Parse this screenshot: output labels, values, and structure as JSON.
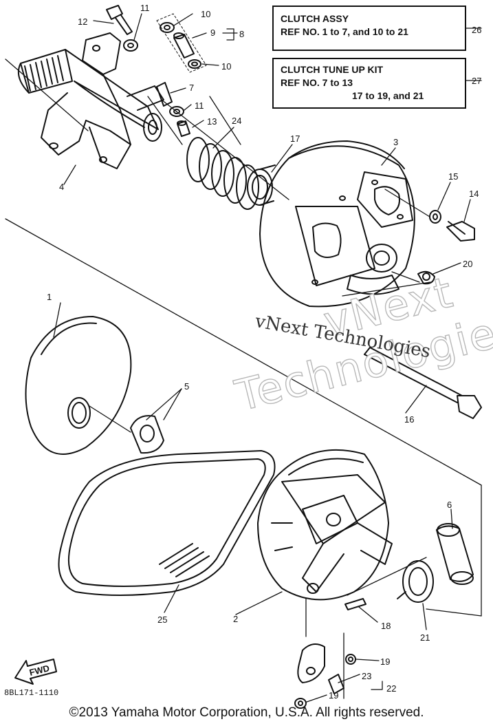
{
  "boxes": {
    "clutch_assy": {
      "title": "CLUTCH ASSY",
      "line1": "REF NO. 1 to 7, and 10 to 21",
      "ref": "26"
    },
    "tune_up_kit": {
      "title": "CLUTCH TUNE UP KIT",
      "line1": "REF NO. 7 to 13",
      "line2": "17 to 19, and 21",
      "ref": "27"
    }
  },
  "callouts": {
    "c1": "1",
    "c2": "2",
    "c3": "3",
    "c4": "4",
    "c5": "5",
    "c6": "6",
    "c7": "7",
    "c8": "8",
    "c9": "9",
    "c10a": "10",
    "c10b": "10",
    "c11a": "11",
    "c11b": "11",
    "c12": "12",
    "c13": "13",
    "c14": "14",
    "c15": "15",
    "c16": "16",
    "c17": "17",
    "c18": "18",
    "c19a": "19",
    "c19b": "19",
    "c20": "20",
    "c21": "21",
    "c22": "22",
    "c23": "23",
    "c24": "24",
    "c25": "25"
  },
  "fwd_label": "FWD",
  "part_number": "8BL171-1110",
  "watermark": {
    "outline_line1": "vNext",
    "outline_line2": "Technologies",
    "solid": "vNext Technologies"
  },
  "copyright": "©2013 Yamaha Motor Corporation, U.S.A. All rights reserved."
}
